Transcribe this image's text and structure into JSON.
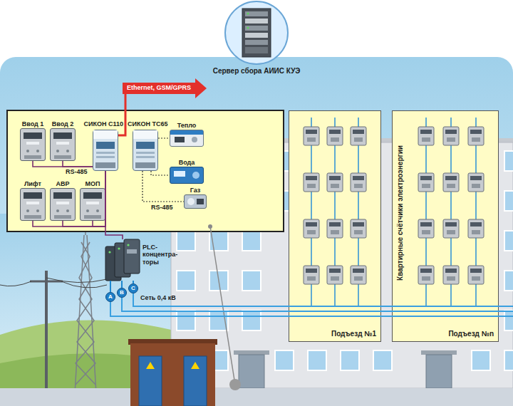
{
  "diagram": {
    "nodes": [
      {
        "text": [
          "Сервер сбора АИИС КУЭ"
        ]
      },
      {
        "text": [
          "Ввод 1"
        ]
      },
      {
        "text": [
          "Ввод 2"
        ]
      },
      {
        "text": [
          "СИКОН С110"
        ]
      },
      {
        "text": [
          "СИКОН ТС65"
        ]
      },
      {
        "text": [
          "Тепло"
        ]
      },
      {
        "text": [
          "Вода"
        ]
      },
      {
        "text": [
          "Газ"
        ]
      },
      {
        "text": [
          "Лифт"
        ]
      },
      {
        "text": [
          "АВР"
        ]
      },
      {
        "text": [
          "МОП"
        ]
      },
      {
        "text": [
          "PLC- концентра- торы"
        ]
      },
      {
        "text": [
          "А"
        ]
      },
      {
        "text": [
          "В"
        ]
      },
      {
        "text": [
          "С"
        ]
      },
      {
        "text": [
          "Подъезд №1"
        ]
      },
      {
        "text": [
          "Квартирные счётчики электроэнергии",
          "Подъезд №n"
        ]
      }
    ],
    "edges": [
      {
        "from": 3,
        "to": 0,
        "arrow": "to",
        "label": "Ethernet, GSM/GPRS"
      },
      {
        "from": 1,
        "to": 3,
        "arrow": "none",
        "label": "RS-485"
      },
      {
        "from": 2,
        "to": 3,
        "arrow": "none"
      },
      {
        "from": 8,
        "to": 3,
        "arrow": "none"
      },
      {
        "from": 9,
        "to": 3,
        "arrow": "none"
      },
      {
        "from": 10,
        "to": 3,
        "arrow": "none"
      },
      {
        "from": 4,
        "to": 5,
        "arrow": "none"
      },
      {
        "from": 4,
        "to": 6,
        "arrow": "none"
      },
      {
        "from": 4,
        "to": 7,
        "arrow": "none",
        "label": "RS-485"
      },
      {
        "from": 3,
        "to": 11,
        "arrow": "none"
      },
      {
        "from": 11,
        "to": 12,
        "arrow": "none"
      },
      {
        "from": 11,
        "to": 13,
        "arrow": "none"
      },
      {
        "from": 11,
        "to": 14,
        "arrow": "none"
      },
      {
        "from": 12,
        "to": 15,
        "arrow": "none"
      },
      {
        "from": 13,
        "to": 15,
        "arrow": "none"
      },
      {
        "from": 14,
        "to": 15,
        "arrow": "none"
      }
    ],
    "labels": [
      "Сеть 0,4 кВ"
    ]
  }
}
